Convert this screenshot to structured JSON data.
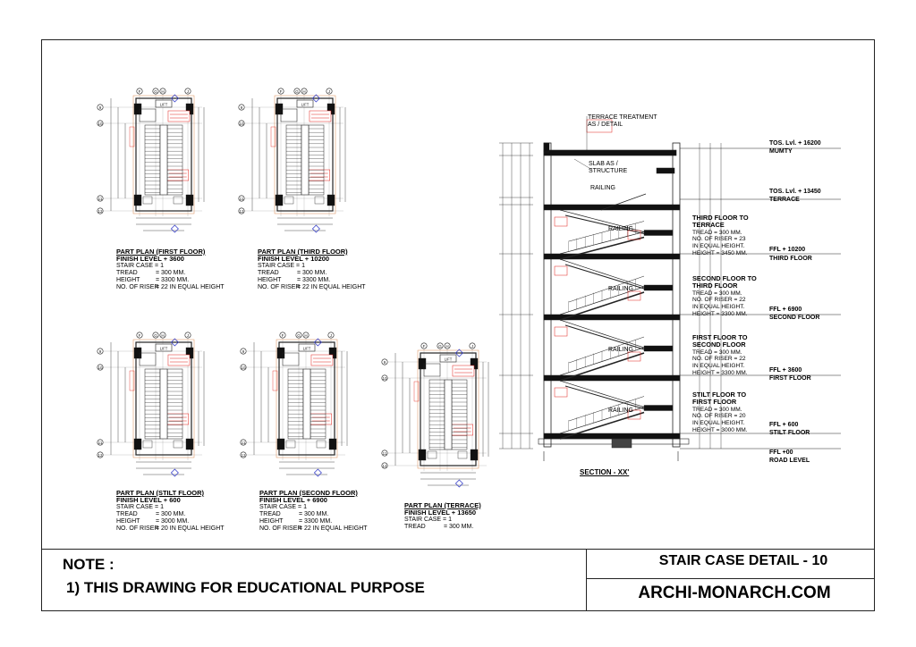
{
  "plans": [
    {
      "title": "PART PLAN (FIRST FLOOR)",
      "finish": "FINISH LEVEL + 3600",
      "stair": "STAIR CASE = 1",
      "specs": [
        [
          "TREAD",
          "= 300 MM."
        ],
        [
          "HEIGHT",
          "= 3300 MM."
        ],
        [
          "NO. OF RISER",
          "= 22 IN EQUAL HEIGHT"
        ]
      ]
    },
    {
      "title": "PART PLAN (THIRD FLOOR)",
      "finish": "FINISH LEVEL + 10200",
      "stair": "STAIR CASE = 1",
      "specs": [
        [
          "TREAD",
          "= 300 MM."
        ],
        [
          "HEIGHT",
          "= 3300 MM."
        ],
        [
          "NO. OF RISER",
          "= 22 IN EQUAL HEIGHT"
        ]
      ]
    },
    {
      "title": "PART PLAN (STILT FLOOR)",
      "finish": "FINISH LEVEL + 600",
      "stair": "STAIR CASE = 1",
      "specs": [
        [
          "TREAD",
          "= 300 MM."
        ],
        [
          "HEIGHT",
          "= 3000 MM."
        ],
        [
          "NO. OF RISER",
          "= 20 IN EQUAL HEIGHT"
        ]
      ]
    },
    {
      "title": "PART PLAN (SECOND FLOOR)",
      "finish": "FINISH LEVEL + 6900",
      "stair": "STAIR CASE = 1",
      "specs": [
        [
          "TREAD",
          "= 300 MM."
        ],
        [
          "HEIGHT",
          "= 3300 MM."
        ],
        [
          "NO. OF RISER",
          "= 22 IN EQUAL HEIGHT"
        ]
      ]
    },
    {
      "title": "PART PLAN (TERRACE)",
      "finish": "FINISH LEVEL + 13650",
      "stair": "STAIR CASE = 1",
      "specs": [
        [
          "TREAD",
          "= 300 MM."
        ]
      ]
    }
  ],
  "plan_labels": {
    "lift": "LIFT",
    "grid_cols": [
      "F",
      "G",
      "H",
      "J"
    ],
    "grid_rows": [
      "9",
      "10",
      "11",
      "12"
    ]
  },
  "section": {
    "title": "SECTION - XX'",
    "terrace_note": "TERRACE TREATMENT AS / DETAIL",
    "slab_note": "SLAB AS / STRUCTURE",
    "railing": "RAILING",
    "levels": [
      {
        "value": "TOS. Lvl. + 16200",
        "name": "MUMTY"
      },
      {
        "value": "TOS. Lvl. + 13450",
        "name": "TERRACE"
      },
      {
        "value": "FFL + 10200",
        "name": "THIRD FLOOR"
      },
      {
        "value": "FFL + 6900",
        "name": "SECOND FLOOR"
      },
      {
        "value": "FFL + 3600",
        "name": "FIRST FLOOR"
      },
      {
        "value": "FFL + 600",
        "name": "STILT FLOOR"
      },
      {
        "value": "FFL +00",
        "name": "ROAD LEVEL"
      }
    ],
    "flights": [
      {
        "h1": "THIRD FLOOR TO",
        "h2": "TERRACE",
        "l1": "TREAD = 300 MM.",
        "l2": "NO. OF RISER = 23",
        "l3": "IN EQUAL HEIGHT.",
        "l4": "HEIGHT = 3450 MM."
      },
      {
        "h1": "SECOND FLOOR TO",
        "h2": "THIRD FLOOR",
        "l1": "TREAD = 300 MM.",
        "l2": "NO. OF RISER = 22",
        "l3": "IN EQUAL HEIGHT.",
        "l4": "HEIGHT = 3300 MM."
      },
      {
        "h1": "FIRST FLOOR TO",
        "h2": "SECOND FLOOR",
        "l1": "TREAD = 300 MM.",
        "l2": "NO. OF RISER = 22",
        "l3": "IN EQUAL HEIGHT.",
        "l4": "HEIGHT = 3300 MM."
      },
      {
        "h1": "STILT FLOOR TO",
        "h2": "FIRST FLOOR",
        "l1": "TREAD = 300 MM.",
        "l2": "NO. OF RISER = 20",
        "l3": "IN EQUAL HEIGHT.",
        "l4": "HEIGHT = 3000 MM."
      }
    ]
  },
  "titleblock": {
    "note_heading": "NOTE :",
    "note_text": "1) THIS DRAWING FOR EDUCATIONAL PURPOSE",
    "sheet_title": "STAIR CASE DETAIL - 10",
    "brand": "ARCHI-MONARCH.COM"
  },
  "colors": {
    "line": "#222222",
    "red": "#e0201b",
    "blue": "#2b34c7",
    "orange": "#d98c52"
  }
}
